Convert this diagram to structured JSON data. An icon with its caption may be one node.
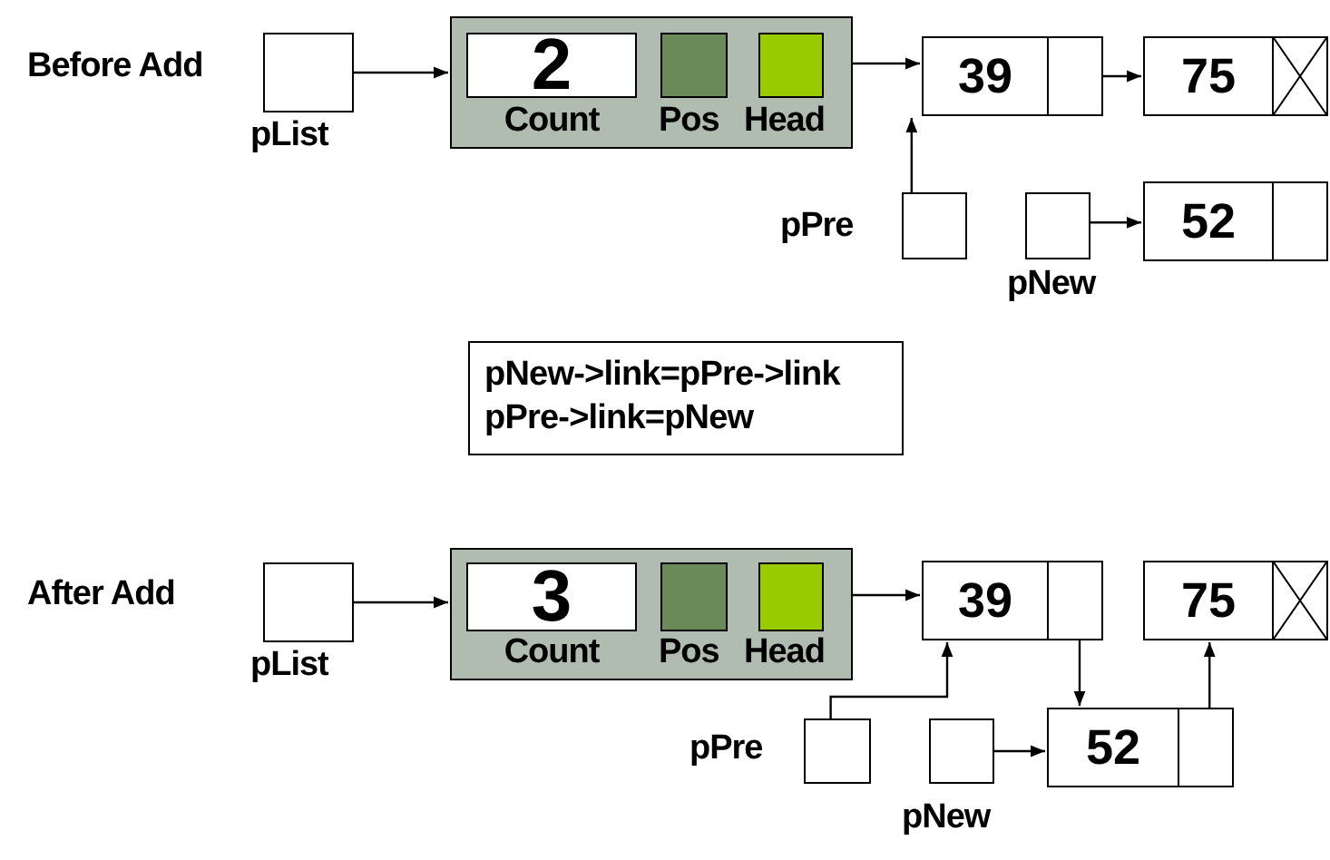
{
  "diagram": {
    "nodes": [
      {
        "text": [],
        "shape": "box",
        "beside": [
          "pList"
        ]
      },
      {
        "text": [],
        "shape": "box"
      },
      {
        "text": [
          "2"
        ],
        "in": 1,
        "beside": [
          "Count"
        ]
      },
      {
        "text": [],
        "shape": "box",
        "in": 1,
        "beside": [
          "Pos"
        ]
      },
      {
        "text": [],
        "shape": "box",
        "in": 1,
        "beside": [
          "Head"
        ]
      },
      {
        "text": [
          "39"
        ]
      },
      {
        "text": [
          "75"
        ]
      },
      {
        "text": [],
        "shape": "box",
        "beside": [
          "pPre"
        ]
      },
      {
        "text": [],
        "shape": "box",
        "beside": [
          "pNew"
        ]
      },
      {
        "text": [
          "52"
        ]
      },
      {
        "text": [
          "pNew->link=pPre->link",
          "pPre->link=pNew"
        ]
      },
      {
        "text": [],
        "shape": "box",
        "beside": [
          "pList"
        ]
      },
      {
        "text": [],
        "shape": "box"
      },
      {
        "text": [
          "3"
        ],
        "in": 12,
        "beside": [
          "Count"
        ]
      },
      {
        "text": [],
        "shape": "box",
        "in": 12,
        "beside": [
          "Pos"
        ]
      },
      {
        "text": [],
        "shape": "box",
        "in": 12,
        "beside": [
          "Head"
        ]
      },
      {
        "text": [
          "39"
        ]
      },
      {
        "text": [
          "75"
        ]
      },
      {
        "text": [],
        "shape": "box",
        "beside": [
          "pPre"
        ]
      },
      {
        "text": [],
        "shape": "box",
        "beside": [
          "pNew"
        ]
      },
      {
        "text": [
          "52"
        ]
      }
    ],
    "edges": [
      {
        "from": 0,
        "to": 1,
        "arrow": "to"
      },
      {
        "from": 4,
        "to": 5,
        "arrow": "to"
      },
      {
        "from": 5,
        "to": 6,
        "arrow": "to"
      },
      {
        "from": 7,
        "to": 5,
        "arrow": "to"
      },
      {
        "from": 8,
        "to": 9,
        "arrow": "to"
      },
      {
        "from": 11,
        "to": 12,
        "arrow": "to"
      },
      {
        "from": 15,
        "to": 16,
        "arrow": "to"
      },
      {
        "from": 16,
        "to": 20,
        "arrow": "to"
      },
      {
        "from": 18,
        "to": 16,
        "arrow": "to"
      },
      {
        "from": 19,
        "to": 20,
        "arrow": "to"
      },
      {
        "from": 20,
        "to": 17,
        "arrow": "to"
      }
    ],
    "labels": [
      "Before Add",
      "After Add"
    ]
  }
}
